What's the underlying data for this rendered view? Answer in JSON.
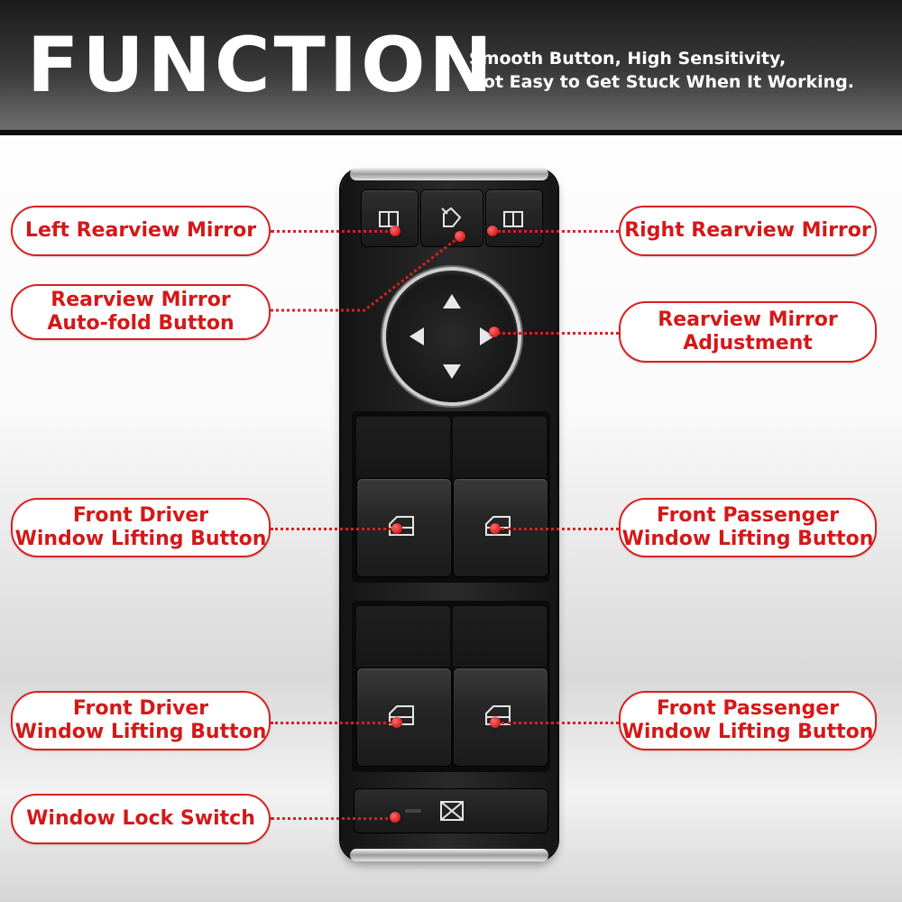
{
  "header": {
    "title": "FUNCTION",
    "tagline_line1": "Smooth Button, High Sensitivity,",
    "tagline_line2": "Not Easy to Get Stuck When It Working."
  },
  "labels": {
    "left_mirror": "Left Rearview Mirror",
    "right_mirror": "Right Rearview Mirror",
    "autofold_line1": "Rearview Mirror",
    "autofold_line2": "Auto-fold Button",
    "adjust_line1": "Rearview Mirror",
    "adjust_line2": "Adjustment",
    "front_driver_1_line1": "Front Driver",
    "front_driver_1_line2": "Window Lifting Button",
    "front_passenger_1_line1": "Front Passenger",
    "front_passenger_1_line2": "Window Lifting Button",
    "front_driver_2_line1": "Front Driver",
    "front_driver_2_line2": "Window Lifting Button",
    "front_passenger_2_line1": "Front Passenger",
    "front_passenger_2_line2": "Window Lifting Button",
    "window_lock": "Window Lock Switch"
  },
  "colors": {
    "accent_red": "#d82020",
    "header_dark": "#1b1b1b",
    "panel_black": "#141414"
  }
}
